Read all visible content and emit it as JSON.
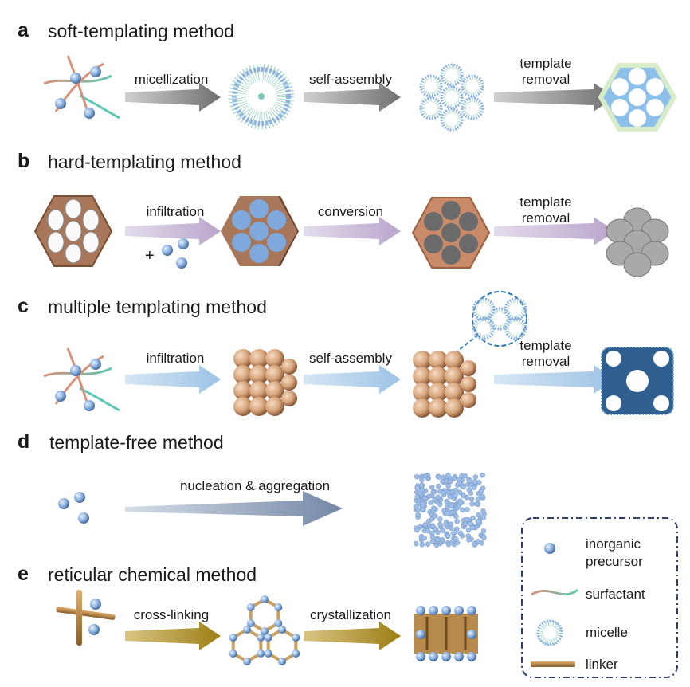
{
  "sections": [
    {
      "letter": "a",
      "title": "soft-templating method",
      "steps": [
        "micellization",
        "self-assembly",
        "template removal"
      ]
    },
    {
      "letter": "b",
      "title": "hard-templating method",
      "steps": [
        "infiltration",
        "conversion",
        "template removal"
      ],
      "plus": "+"
    },
    {
      "letter": "c",
      "title": "multiple templating method",
      "steps": [
        "infiltration",
        "self-assembly",
        "template removal"
      ]
    },
    {
      "letter": "d",
      "title": "template-free method",
      "steps": [
        "nucleation & aggregation"
      ]
    },
    {
      "letter": "e",
      "title": "reticular chemical method",
      "steps": [
        "cross-linking",
        "crystallization"
      ]
    }
  ],
  "legend": {
    "items": [
      "inorganic precursor",
      "surfactant",
      "micelle",
      "linker"
    ]
  },
  "colors": {
    "arrow_a": "#808080",
    "arrow_b": "#b9a6cc",
    "arrow_c": "#9dc3e6",
    "arrow_d": "#8497b0",
    "arrow_e": "#a88a1f",
    "sphere": "#8fb4e3",
    "legend_border": "#2f3f6f"
  }
}
